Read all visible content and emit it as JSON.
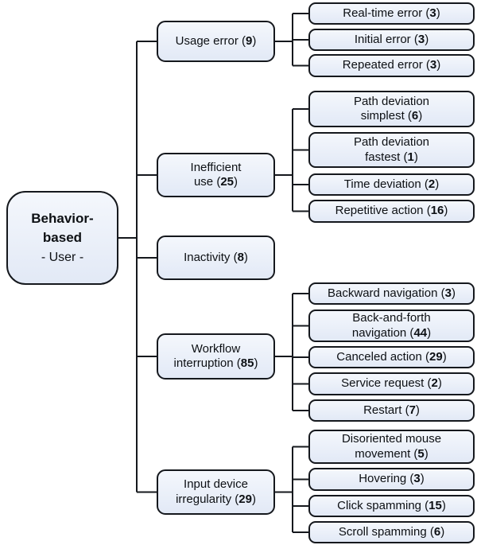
{
  "diagram": {
    "root": {
      "title": "Behavior-based",
      "subtitle": "- User -"
    },
    "branches": [
      {
        "label": "Usage error",
        "count": "9",
        "children": [
          {
            "label": "Real-time error",
            "count": "3"
          },
          {
            "label": "Initial error",
            "count": "3"
          },
          {
            "label": "Repeated error",
            "count": "3"
          }
        ]
      },
      {
        "label": "Inefficient\nuse",
        "count": "25",
        "children": [
          {
            "label": "Path deviation\nsimplest",
            "count": "6"
          },
          {
            "label": "Path deviation\nfastest",
            "count": "1"
          },
          {
            "label": "Time deviation",
            "count": "2"
          },
          {
            "label": "Repetitive action",
            "count": "16"
          }
        ]
      },
      {
        "label": "Inactivity",
        "count": "8",
        "children": []
      },
      {
        "label": "Workflow\ninterruption",
        "count": "85",
        "children": [
          {
            "label": "Backward navigation",
            "count": "3"
          },
          {
            "label": "Back-and-forth\nnavigation",
            "count": "44"
          },
          {
            "label": "Canceled action",
            "count": "29"
          },
          {
            "label": "Service request",
            "count": "2"
          },
          {
            "label": "Restart",
            "count": "7"
          }
        ]
      },
      {
        "label": "Input device\nirregularity",
        "count": "29",
        "children": [
          {
            "label": "Disoriented mouse\nmovement",
            "count": "5"
          },
          {
            "label": "Hovering",
            "count": "3"
          },
          {
            "label": "Click spamming",
            "count": "15"
          },
          {
            "label": "Scroll spamming",
            "count": "6"
          }
        ]
      }
    ],
    "colors": {
      "node_border": "#15181d",
      "node_fill_top": "#f4f7fc",
      "node_fill_bottom": "#e2e9f6",
      "connector": "#15181d",
      "text": "#0d1014",
      "background": "#ffffff"
    }
  }
}
